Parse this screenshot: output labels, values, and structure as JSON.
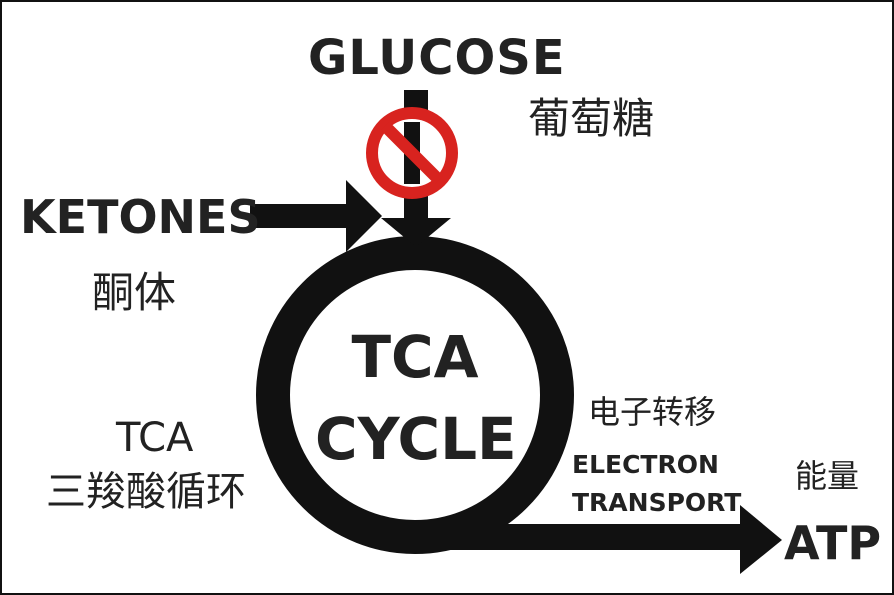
{
  "labels": {
    "glucose": "GLUCOSE",
    "glucose_zh": "葡萄糖",
    "ketones": "KETONES",
    "ketones_zh": "酮体",
    "tca_short": "TCA",
    "tca_zh": "三羧酸循环",
    "cycle_line1": "TCA",
    "cycle_line2": "CYCLE",
    "electron_zh": "电子转移",
    "electron_line1": "ELECTRON",
    "electron_line2": "TRANSPORT",
    "energy_zh": "能量",
    "atp": "ATP"
  },
  "icons": {
    "blocked": "prohibited-icon"
  },
  "colors": {
    "ink": "#111111",
    "prohibit_red": "#d8231f",
    "background": "#ffffff"
  }
}
